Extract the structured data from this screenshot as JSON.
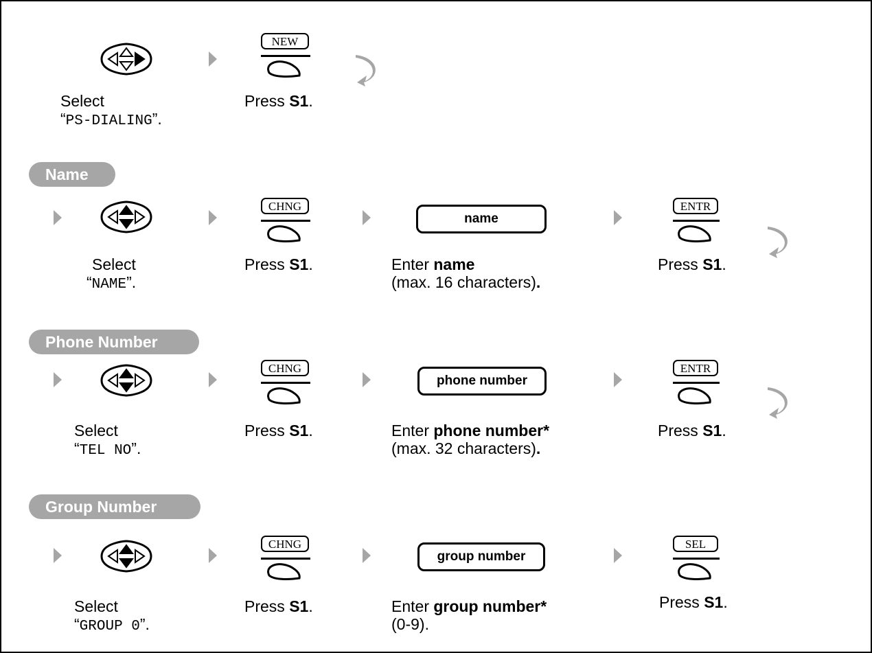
{
  "icons": {
    "navigator_key": "navigator-key-icon",
    "soft_key": "soft-key-icon",
    "next_step": "arrow-right-icon",
    "continue": "curved-arrow-icon"
  },
  "colors": {
    "pill": "#a6a6a6",
    "arrow": "#a6a6a6",
    "arrow_dark": "#6f6f6f",
    "line": "#000000"
  },
  "intro": {
    "step1": {
      "caption": "Select",
      "value": "PS-DIALING",
      "open_quote": "“",
      "close_quote": "”."
    },
    "step2": {
      "key_label": "NEW",
      "caption": "Press ",
      "caption_bold": "S1",
      "caption_tail": "."
    }
  },
  "sections": {
    "name": {
      "title": "Name",
      "select": {
        "caption": "Select",
        "value": "NAME",
        "open_quote": "“",
        "close_quote": "”."
      },
      "change_key": {
        "label": "CHNG",
        "caption": "Press ",
        "caption_bold": "S1",
        "caption_tail": "."
      },
      "input_box": "name",
      "enter": {
        "caption": "Enter ",
        "caption_bold": "name",
        "line2": "(max. 16 characters)",
        "line2_tail": "."
      },
      "confirm_key": {
        "label": "ENTR",
        "caption": "Press ",
        "caption_bold": "S1",
        "caption_tail": "."
      }
    },
    "phone": {
      "title": "Phone Number",
      "select": {
        "caption": "Select",
        "value": "TEL NO",
        "open_quote": "“",
        "close_quote": "”."
      },
      "change_key": {
        "label": "CHNG",
        "caption": "Press ",
        "caption_bold": "S1",
        "caption_tail": "."
      },
      "input_box": "phone number",
      "enter": {
        "caption": "Enter ",
        "caption_bold": "phone number*",
        "line2": "(max. 32 characters)",
        "line2_tail": "."
      },
      "confirm_key": {
        "label": "ENTR",
        "caption": "Press ",
        "caption_bold": "S1",
        "caption_tail": "."
      }
    },
    "group": {
      "title": "Group Number",
      "select": {
        "caption": "Select",
        "value": "GROUP 0",
        "open_quote": "“",
        "close_quote": "”."
      },
      "change_key": {
        "label": "CHNG",
        "caption": "Press ",
        "caption_bold": "S1",
        "caption_tail": "."
      },
      "input_box": "group number",
      "enter": {
        "caption": "Enter ",
        "caption_bold": "group number*",
        "line2": "(0-9)",
        "line2_tail": "."
      },
      "confirm_key": {
        "label": "SEL",
        "caption": "Press ",
        "caption_bold": "S1",
        "caption_tail": "."
      }
    }
  }
}
